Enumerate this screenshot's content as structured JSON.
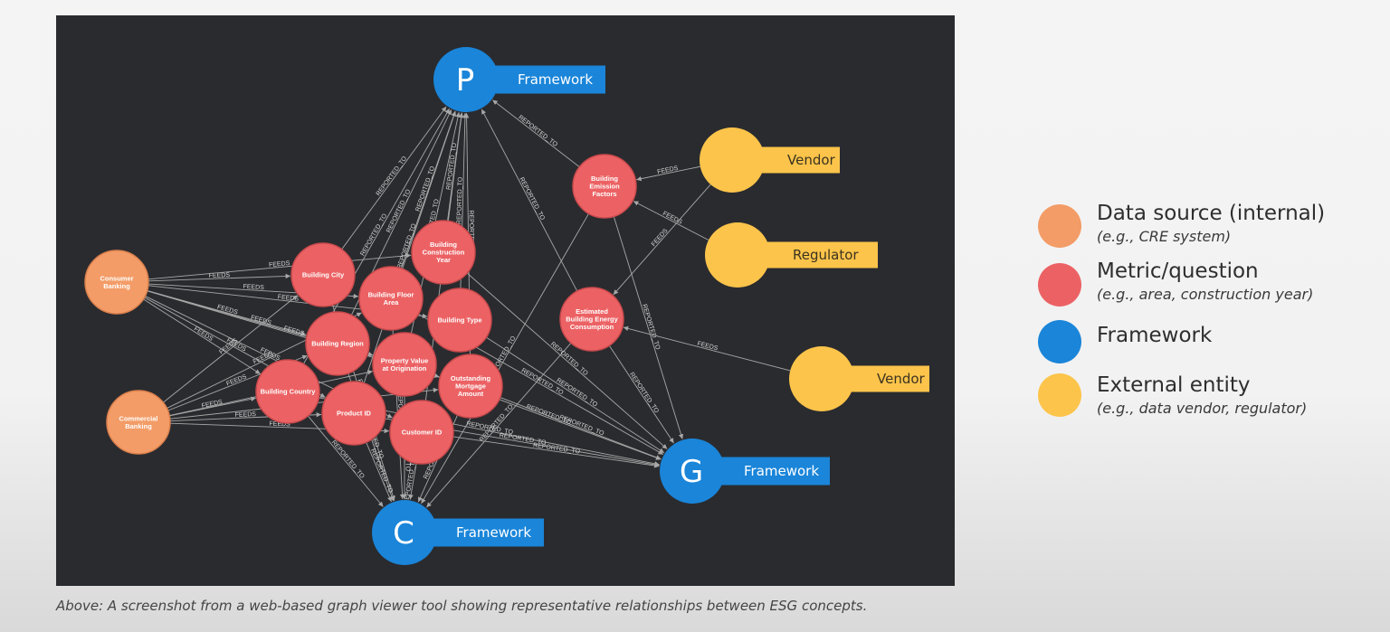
{
  "graph": {
    "nodes": [
      {
        "id": "consumer",
        "type": "source",
        "label": [
          "Consumer",
          "Banking"
        ]
      },
      {
        "id": "commercial",
        "type": "source",
        "label": [
          "Commercial",
          "Banking"
        ]
      },
      {
        "id": "city",
        "type": "metric",
        "label": [
          "Building City"
        ]
      },
      {
        "id": "year",
        "type": "metric",
        "label": [
          "Building",
          "Construction",
          "Year"
        ]
      },
      {
        "id": "floor",
        "type": "metric",
        "label": [
          "Building Floor",
          "Area"
        ]
      },
      {
        "id": "btype",
        "type": "metric",
        "label": [
          "Building Type"
        ]
      },
      {
        "id": "region",
        "type": "metric",
        "label": [
          "Building Region"
        ]
      },
      {
        "id": "propval",
        "type": "metric",
        "label": [
          "Property Value",
          "at Origination"
        ]
      },
      {
        "id": "country",
        "type": "metric",
        "label": [
          "Building Country"
        ]
      },
      {
        "id": "mortgage",
        "type": "metric",
        "label": [
          "Outstanding",
          "Mortgage",
          "Amount"
        ]
      },
      {
        "id": "product",
        "type": "metric",
        "label": [
          "Product ID"
        ]
      },
      {
        "id": "customer",
        "type": "metric",
        "label": [
          "Customer ID"
        ]
      },
      {
        "id": "emission",
        "type": "metric",
        "label": [
          "Building",
          "Emission",
          "Factors"
        ]
      },
      {
        "id": "energy",
        "type": "metric",
        "label": [
          "Estimated",
          "Building Energy",
          "Consumption"
        ]
      },
      {
        "id": "P",
        "type": "framework",
        "letter": "P",
        "tag": "Framework"
      },
      {
        "id": "C",
        "type": "framework",
        "letter": "C",
        "tag": "Framework"
      },
      {
        "id": "G",
        "type": "framework",
        "letter": "G",
        "tag": "Framework"
      },
      {
        "id": "vendor1",
        "type": "external",
        "tag": "Vendor"
      },
      {
        "id": "regulator",
        "type": "external",
        "tag": "Regulator"
      },
      {
        "id": "vendor2",
        "type": "external",
        "tag": "Vendor"
      }
    ],
    "edges": [
      [
        "consumer",
        "city",
        "FEEDS"
      ],
      [
        "consumer",
        "floor",
        "FEEDS"
      ],
      [
        "consumer",
        "year",
        "FEEDS"
      ],
      [
        "consumer",
        "btype",
        "FEEDS"
      ],
      [
        "consumer",
        "region",
        "FEEDS"
      ],
      [
        "consumer",
        "propval",
        "FEEDS"
      ],
      [
        "consumer",
        "country",
        "FEEDS"
      ],
      [
        "consumer",
        "mortgage",
        "FEEDS"
      ],
      [
        "consumer",
        "product",
        "FEEDS"
      ],
      [
        "consumer",
        "customer",
        "FEEDS"
      ],
      [
        "commercial",
        "city",
        "FEEDS"
      ],
      [
        "commercial",
        "region",
        "FEEDS"
      ],
      [
        "commercial",
        "country",
        "FEEDS"
      ],
      [
        "commercial",
        "propval",
        "FEEDS"
      ],
      [
        "commercial",
        "product",
        "FEEDS"
      ],
      [
        "commercial",
        "mortgage",
        "FEEDS"
      ],
      [
        "commercial",
        "customer",
        "FEEDS"
      ],
      [
        "commercial",
        "floor",
        "FEEDS"
      ],
      [
        "city",
        "P",
        "REPORTED_TO"
      ],
      [
        "year",
        "P",
        "REPORTED_TO"
      ],
      [
        "floor",
        "P",
        "REPORTED_TO"
      ],
      [
        "btype",
        "P",
        "REPORTED_TO"
      ],
      [
        "region",
        "P",
        "REPORTED_TO"
      ],
      [
        "propval",
        "P",
        "REPORTED_TO"
      ],
      [
        "country",
        "P",
        "REPORTED_TO"
      ],
      [
        "mortgage",
        "P",
        "REPORTED_TO"
      ],
      [
        "product",
        "P",
        "REPORTED_TO"
      ],
      [
        "customer",
        "P",
        "REPORTED_TO"
      ],
      [
        "emission",
        "P",
        "REPORTED_TO"
      ],
      [
        "energy",
        "P",
        "REPORTED_TO"
      ],
      [
        "city",
        "C",
        "REPORTED_TO"
      ],
      [
        "region",
        "C",
        "REPORTED_TO"
      ],
      [
        "country",
        "C",
        "REPORTED_TO"
      ],
      [
        "product",
        "C",
        "REPORTED_TO"
      ],
      [
        "customer",
        "C",
        "REPORTED_TO"
      ],
      [
        "propval",
        "C",
        "REPORTED_TO"
      ],
      [
        "mortgage",
        "C",
        "REPORTED_TO"
      ],
      [
        "floor",
        "C",
        "REPORTED_TO"
      ],
      [
        "emission",
        "C",
        "REPORTED_TO"
      ],
      [
        "energy",
        "C",
        "REPORTED_TO"
      ],
      [
        "btype",
        "G",
        "REPORTED_TO"
      ],
      [
        "mortgage",
        "G",
        "REPORTED_TO"
      ],
      [
        "customer",
        "G",
        "REPORTED_TO"
      ],
      [
        "propval",
        "G",
        "REPORTED_TO"
      ],
      [
        "country",
        "G",
        "REPORTED_TO"
      ],
      [
        "product",
        "G",
        "REPORTED_TO"
      ],
      [
        "year",
        "G",
        "REPORTED_TO"
      ],
      [
        "emission",
        "G",
        "REPORTED_TO"
      ],
      [
        "energy",
        "G",
        "REPORTED_TO"
      ],
      [
        "floor",
        "G",
        "REPORTED_TO"
      ],
      [
        "vendor1",
        "emission",
        "FEEDS"
      ],
      [
        "regulator",
        "emission",
        "FEEDS"
      ],
      [
        "vendor1",
        "energy",
        "FEEDS"
      ],
      [
        "vendor2",
        "energy",
        "FEEDS"
      ]
    ]
  },
  "legend": {
    "items": [
      {
        "label": "Data source (internal)",
        "sub": "(e.g., CRE system)",
        "color": "#f39c67"
      },
      {
        "label": "Metric/question",
        "sub": "(e.g., area, construction year)",
        "color": "#ec6264"
      },
      {
        "label": "Framework",
        "sub": "",
        "color": "#1a85d9"
      },
      {
        "label": "External entity",
        "sub": "(e.g., data vendor, regulator)",
        "color": "#fcc44a"
      }
    ]
  },
  "colors": {
    "source": "#f39c67",
    "metric": "#ec6264",
    "framework": "#1a85d9",
    "external": "#fcc44a",
    "edge": "#a8a8a8"
  },
  "caption": "Above: A screenshot from a web-based graph viewer tool showing representative relationships between ESG concepts."
}
